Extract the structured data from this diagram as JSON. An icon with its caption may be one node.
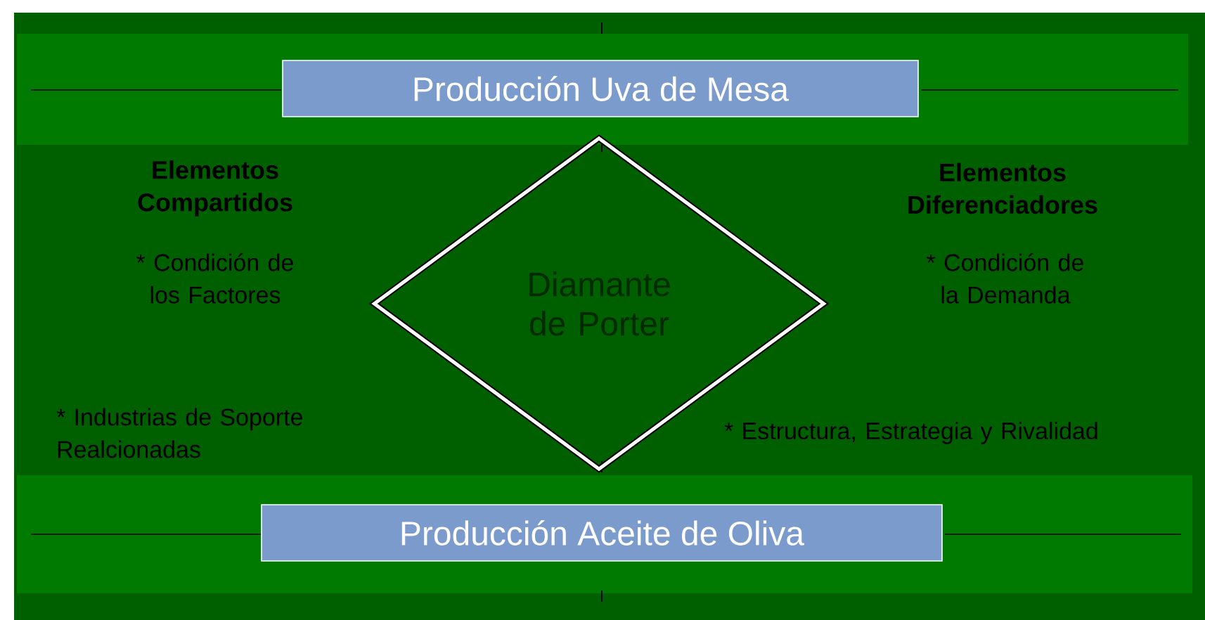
{
  "diagram": {
    "nodes": [
      {
        "text": [
          "Producción Uva de Mesa"
        ]
      },
      {
        "text": [
          "Diamante de Porter"
        ]
      },
      {
        "text": [
          "Producción Aceite de Oliva"
        ]
      }
    ],
    "labels": [
      "Elementos Compartidos",
      "Elementos Diferenciadores",
      "* Condición de los Factores",
      "* Condición de la Demanda",
      "* Industrias de Soporte Realcionadas",
      "* Estructura, Estrategia y Rivalidad"
    ]
  }
}
